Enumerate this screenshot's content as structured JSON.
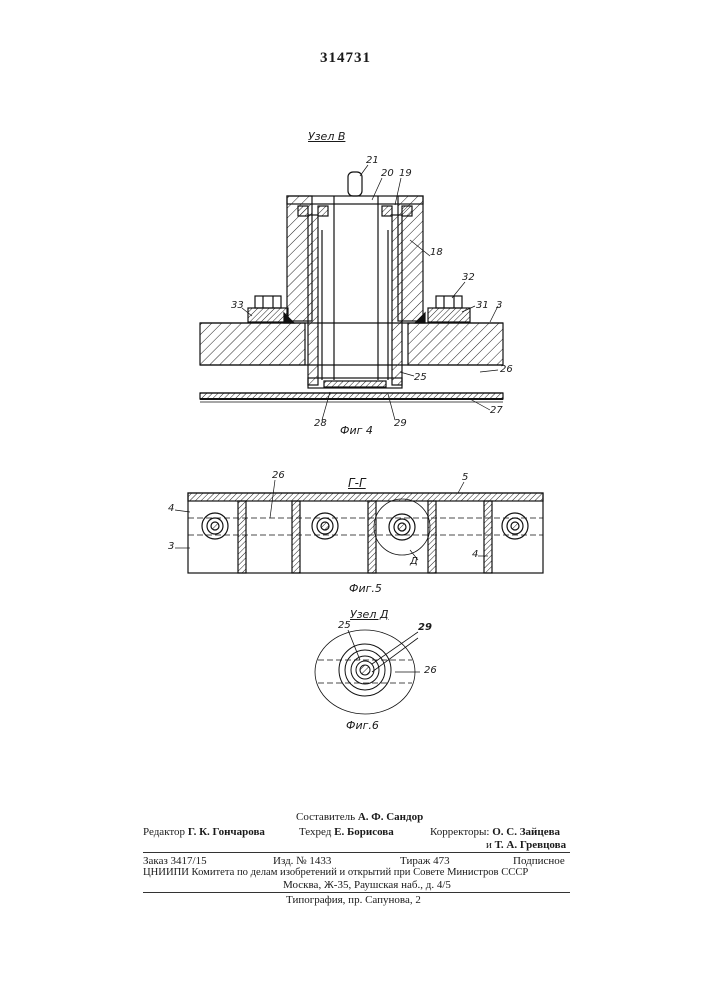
{
  "header": {
    "patent_number": "314731"
  },
  "figure4": {
    "view_title": "Узел В",
    "caption": "Фиг 4",
    "labels": {
      "l21": "21",
      "l20": "20",
      "l19": "19",
      "l18": "18",
      "l32": "32",
      "l31": "31",
      "l3": "3",
      "l33": "33",
      "l25": "25",
      "l26": "26",
      "l27": "27",
      "l28": "28",
      "l29": "29"
    }
  },
  "figure5": {
    "section_title": "Г-Г",
    "caption": "Фиг.5",
    "labels": {
      "l26": "26",
      "l5": "5",
      "l4a": "4",
      "l3": "3",
      "l4b": "4",
      "lD": "Д"
    }
  },
  "figure6": {
    "view_title": "Узел Д",
    "caption": "Фиг.6",
    "labels": {
      "l25": "25",
      "l29": "29",
      "l26": "26"
    }
  },
  "imprint": {
    "compiler_label": "Составитель",
    "compiler_name": "А. Ф. Сандор",
    "editor_label": "Редактор",
    "editor_name": "Г. К. Гончарова",
    "techred_label": "Техред",
    "techred_name": "Е. Борисова",
    "correctors_label": "Корректоры:",
    "corrector1": "О. С. Зайцева",
    "corrector2_prefix": "и",
    "corrector2": "Т. А. Гревцова",
    "order": "Заказ 3417/15",
    "edition": "Изд. № 1433",
    "print_run": "Тираж 473",
    "subscription": "Подписное",
    "institute": "ЦНИИПИ Комитета по делам изобретений и открытий при Совете Министров СССР",
    "address": "Москва, Ж-35, Раушская наб., д. 4/5",
    "printer": "Типография, пр. Сапунова, 2"
  }
}
